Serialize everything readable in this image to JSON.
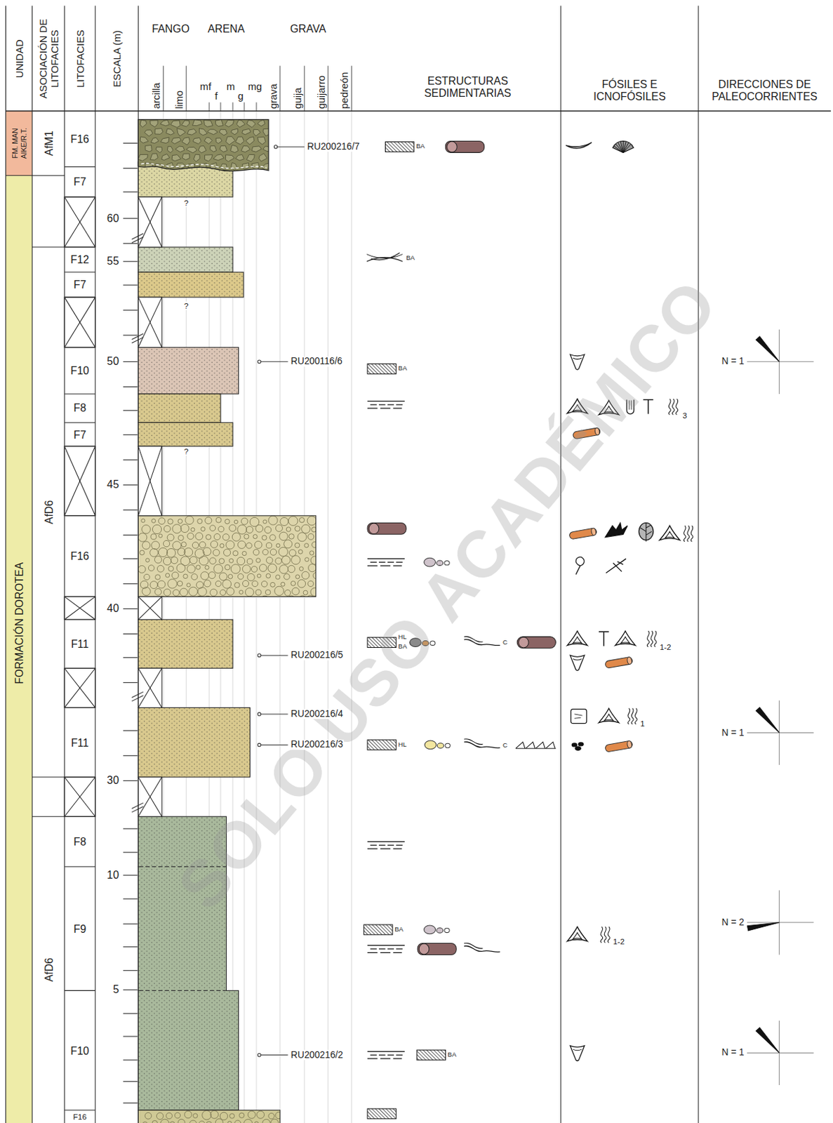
{
  "diagram": {
    "nodes": [
      {
        "text": [
          "UNIDAD"
        ]
      },
      {
        "text": [
          "ASOCIACIÓN DE LITOFACIES"
        ]
      },
      {
        "text": [
          "LITOFACIES"
        ]
      },
      {
        "text": [
          "ESCALA (m)"
        ]
      },
      {
        "text": [
          "FANGO",
          "ARENA",
          "GRAVA",
          "arcilla",
          "limo",
          "mf",
          "f",
          "m",
          "g",
          "mg",
          "grava",
          "guija",
          "guijarro",
          "pedreón",
          "ESTRUCTURAS SEDIMENTARIAS"
        ]
      },
      {
        "text": [
          "FÓSILES E ICNOFÓSILES"
        ]
      },
      {
        "text": [
          "DIRECCIONES DE PALEOCORRIENTES"
        ]
      },
      {
        "text": [
          "FM. MAN AIKE/R.T."
        ]
      },
      {
        "text": [
          "FORMACIÓN DOROTEA"
        ]
      },
      {
        "text": [
          "AfM1"
        ]
      },
      {
        "text": [
          "AfD6"
        ]
      },
      {
        "text": [
          "AfD6"
        ]
      },
      {
        "text": [
          "F16"
        ]
      },
      {
        "text": [
          "F7"
        ]
      },
      {
        "text": [
          "F12"
        ]
      },
      {
        "text": [
          "F7"
        ]
      },
      {
        "text": [
          "F10"
        ]
      },
      {
        "text": [
          "F8"
        ]
      },
      {
        "text": [
          "F7"
        ]
      },
      {
        "text": [
          "F16"
        ]
      },
      {
        "text": [
          "F11"
        ]
      },
      {
        "text": [
          "F11"
        ]
      },
      {
        "text": [
          "F8"
        ]
      },
      {
        "text": [
          "F9"
        ]
      },
      {
        "text": [
          "F10"
        ]
      },
      {
        "text": [
          "F16"
        ]
      }
    ],
    "labels": [
      "60",
      "55",
      "50",
      "45",
      "40",
      "30",
      "10",
      "5",
      "RU200216/7",
      "RU200116/6",
      "RU200216/5",
      "RU200216/4",
      "RU200216/3",
      "RU200216/2",
      "?",
      "?",
      "?",
      "BA",
      "BA",
      "BA",
      "HL",
      "BA",
      "C",
      "HL",
      "C",
      "BA",
      "BA",
      "3",
      "1-2",
      "1",
      "1-2",
      "N = 1",
      "N = 1",
      "N = 2",
      "N = 1",
      "SOLO USO ACADÉMICO"
    ]
  }
}
